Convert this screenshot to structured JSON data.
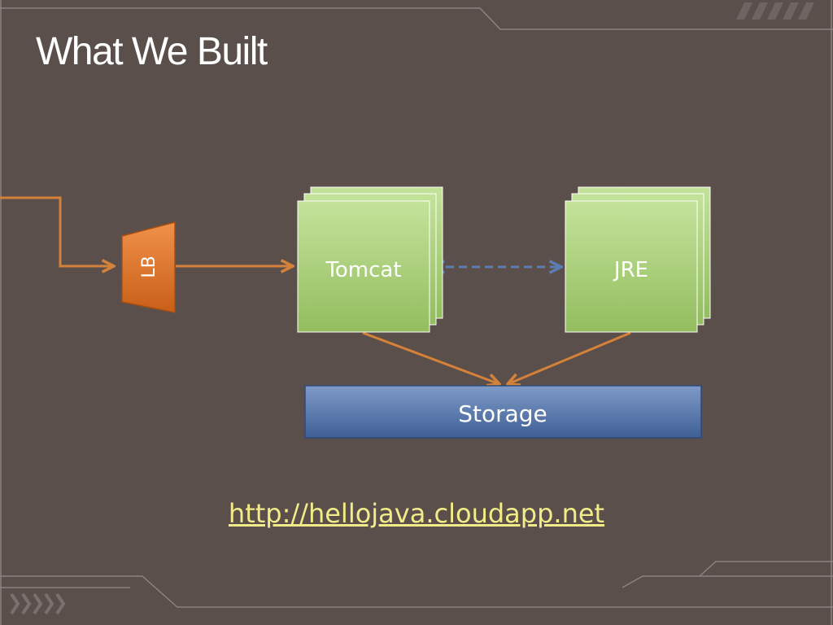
{
  "slide": {
    "title": "What We Built",
    "link_text": "http://hellojava.cloudapp.net"
  },
  "diagram": {
    "nodes": {
      "lb": {
        "label": "LB",
        "color": "#e07a2a"
      },
      "tomcat": {
        "label": "Tomcat",
        "color": "#a9cf78"
      },
      "jre": {
        "label": "JRE",
        "color": "#a9cf78"
      },
      "storage": {
        "label": "Storage",
        "color": "#5a79ad"
      }
    },
    "edges": [
      {
        "from": "incoming",
        "to": "lb",
        "style": "solid",
        "color": "#d4813a"
      },
      {
        "from": "lb",
        "to": "tomcat",
        "style": "solid",
        "color": "#d4813a"
      },
      {
        "from": "tomcat",
        "to": "jre",
        "style": "dashed-bidirectional",
        "color": "#5d7db0"
      },
      {
        "from": "tomcat",
        "to": "storage",
        "style": "solid",
        "color": "#d4813a"
      },
      {
        "from": "jre",
        "to": "storage",
        "style": "solid",
        "color": "#d4813a"
      }
    ]
  },
  "colors": {
    "background": "#5a4f4b",
    "title": "#ffffff",
    "link": "#f2ec88",
    "decor_lines": "#8c8280"
  }
}
